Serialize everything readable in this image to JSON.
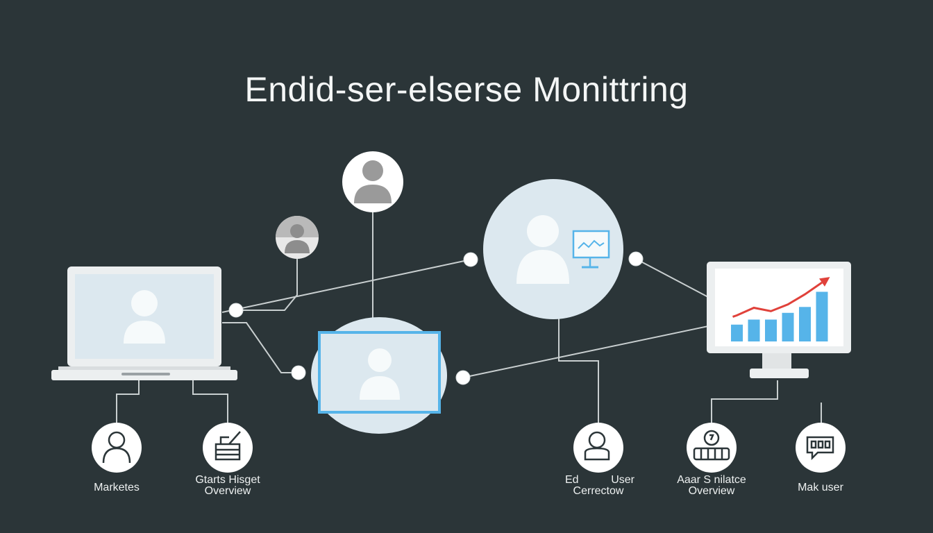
{
  "title": "Endid-ser-elserse Monittring",
  "colors": {
    "background": "#2b3538",
    "connector": "#c9cfd0",
    "screen_fill": "#dce8ef",
    "accent_blue": "#56b4e9",
    "trend_red": "#e0413a"
  },
  "bottom_items": [
    {
      "icon": "user-outline-icon",
      "label": "Marketes"
    },
    {
      "icon": "clipboard-edit-icon",
      "label_line1": "Gtarts Hisget",
      "label_line2": "Overview"
    },
    {
      "icon": "user-portrait-icon",
      "label_left": "Ed",
      "label_right": "User",
      "label_line2": "Cerrectow"
    },
    {
      "icon": "gauge-robot-icon",
      "label_line1": "Aaar S nilatce",
      "label_line2": "Overview"
    },
    {
      "icon": "chat-devices-icon",
      "label": "Mak user"
    }
  ],
  "chart_data": {
    "type": "bar",
    "categories": [],
    "values": [
      2,
      2.6,
      2.6,
      3.4,
      4.1,
      5.9
    ],
    "trend": [
      3.1,
      4.0,
      3.6,
      4.4,
      5.6,
      7.0
    ],
    "ylim": [
      0,
      8
    ]
  }
}
